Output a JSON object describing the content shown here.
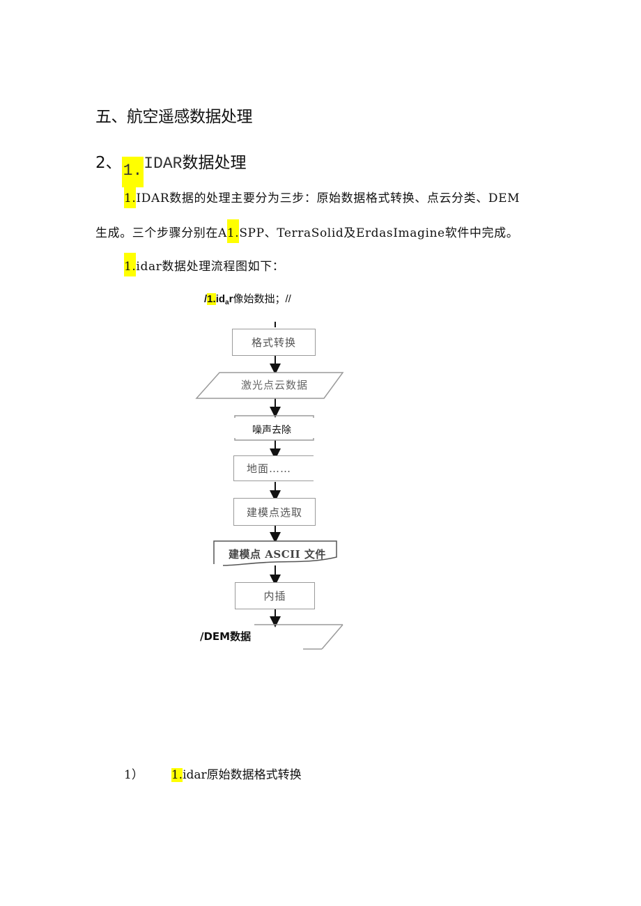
{
  "section_heading": "五、航空遥感数据处理",
  "subsection_heading": {
    "prefix": "2、",
    "highlight": "1.",
    "mono_text": "IDAR",
    "rest": "数据处理"
  },
  "paragraph1": {
    "line1_highlight": "1.",
    "line1_text": "IDAR数据的处理主要分为三步：原始数据格式转换、点云分类、DEM",
    "line2_before": "生成。三个步骤分别在A",
    "line2_highlight": "1.",
    "line2_after": "SPP、TerraSolid及ErdasImagine软件中完成。"
  },
  "paragraph2": {
    "highlight": "1.",
    "text": "idar数据处理流程图如下："
  },
  "figure": {
    "caption_prefix": "/",
    "caption_highlight": "1.",
    "caption_id": "id",
    "caption_sub": "a",
    "caption_r": "r",
    "caption_cjk": "像始数拙；//",
    "steps": [
      {
        "label": "格式转换",
        "shape": "rect"
      },
      {
        "label": "激光点云数据",
        "shape": "parallelogram"
      },
      {
        "label": "噪声去除",
        "shape": "open-rect"
      },
      {
        "label": "地面……",
        "shape": "rect-partial"
      },
      {
        "label": "建模点选取",
        "shape": "rect"
      },
      {
        "label": "建模点 ASCII 文件",
        "shape": "document"
      },
      {
        "label": "内插",
        "shape": "rect"
      },
      {
        "label": "/DEM数据",
        "shape": "parallelogram-partial"
      }
    ]
  },
  "subsection1": {
    "number": "1）",
    "highlight": "1.",
    "text": "idar原始数据格式转换"
  },
  "colors": {
    "highlight": "#ffff00",
    "box_border": "#9a9a9a",
    "text": "#111111"
  }
}
